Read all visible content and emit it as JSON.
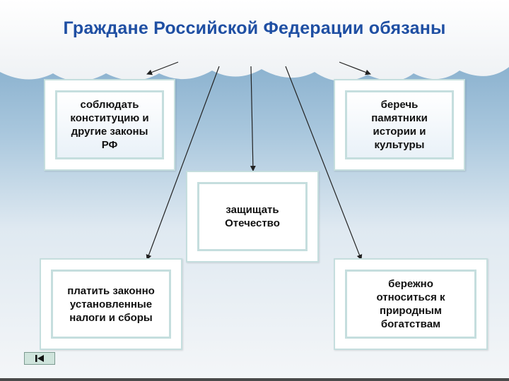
{
  "title": "Граждане Российской Федерации обязаны",
  "boxes": [
    {
      "text": "соблюдать\nконституцию и\nдругие законы\nРФ"
    },
    {
      "text": "беречь\nпамятники\nистории и\nкультуры"
    },
    {
      "text": "защищать\nОтечество"
    },
    {
      "text": "платить законно\nустановленные\nналоги  и сборы"
    },
    {
      "text": "бережно\nотноситься к\nприродным\nбогатствам"
    }
  ],
  "colors": {
    "title": "#1f4fa3",
    "sky": "#7fa9c9",
    "box_border": "#c5dede",
    "arrow": "#222222"
  },
  "icons": {
    "nav": "skip-back-icon"
  }
}
